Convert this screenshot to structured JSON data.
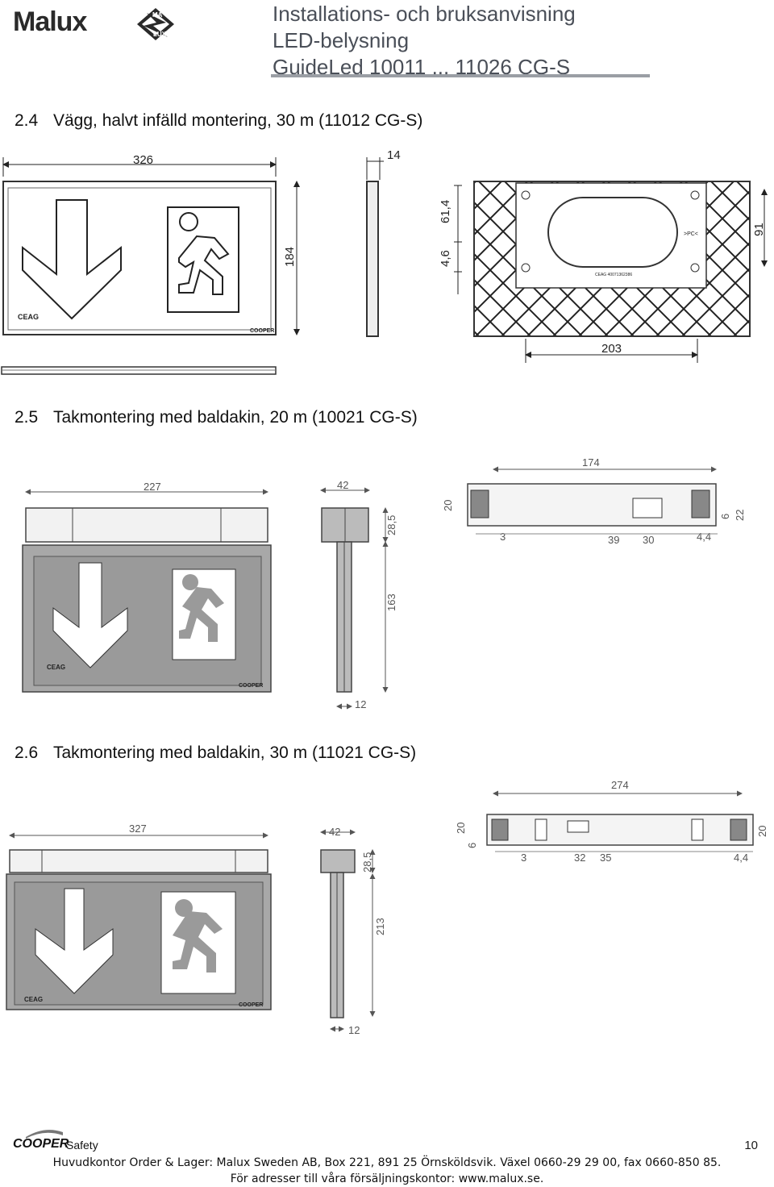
{
  "header": {
    "brand": "Malux",
    "badge_top": "MA",
    "badge_bottom": "LUX",
    "title_lines": [
      "Installations- och bruksanvisning",
      "LED-belysning",
      "GuideLed 10011 ... 11026 CG-S"
    ]
  },
  "sections": [
    {
      "number": "2.4",
      "title": "Vägg, halvt infälld montering, 30 m (11012 CG-S)",
      "dims": {
        "width": "326",
        "depth": "14",
        "height": "184",
        "offset_top": "61,4",
        "offset_small": "4,6",
        "box_height": "91",
        "box_width": "203"
      },
      "labels": {
        "ceag": "CEAG",
        "cooper": "COOPER",
        "pc": ">PC<",
        "serial": "CEAG 40071362386"
      }
    },
    {
      "number": "2.5",
      "title": "Takmontering med baldakin, 20 m (10021 CG-S)",
      "dims": {
        "width": "227",
        "canopy_width": "42",
        "canopy_height": "28,5",
        "tube_height": "163",
        "tube_width": "12",
        "base_length": "174",
        "base_height": "20",
        "d_left": "3",
        "d_39": "39",
        "d_30": "30",
        "d_44": "4,4",
        "d_6": "6",
        "d_22": "22"
      },
      "labels": {
        "ceag": "CEAG",
        "cooper": "COOPER"
      }
    },
    {
      "number": "2.6",
      "title": "Takmontering med baldakin, 30 m (11021 CG-S)",
      "dims": {
        "width": "327",
        "canopy_width": "42",
        "canopy_height": "28,5",
        "tube_height": "213",
        "tube_width": "12",
        "base_length": "274",
        "base_height_left": "20",
        "d_6": "6",
        "base_height_right": "20",
        "d_left": "3",
        "d_32": "32",
        "d_35": "35",
        "d_44": "4,4"
      },
      "labels": {
        "ceag": "CEAG",
        "cooper": "COOPER"
      }
    }
  ],
  "footer": {
    "brand": "COOPER",
    "brand_suffix": "Safety",
    "page": "10",
    "line1": "Huvudkontor Order & Lager: Malux Sweden AB, Box 221, 891 25 Örnsköldsvik. Växel 0660-29 29 00, fax 0660-850 85.",
    "line2": "För adresser till våra försäljningskontor: www.malux.se."
  }
}
